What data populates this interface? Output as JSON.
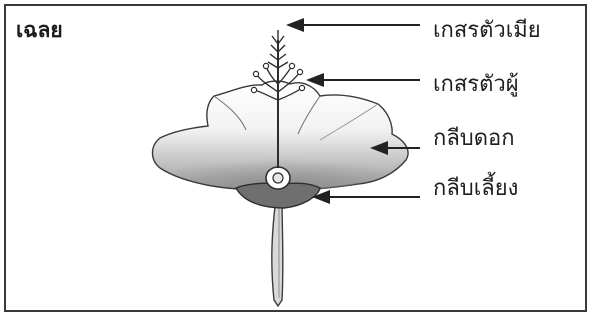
{
  "heading": "เฉลย",
  "labels": {
    "pistil": "เกสรตัวเมีย",
    "stamen": "เกสรตัวผู้",
    "petal": "กลีบดอก",
    "sepal": "กลีบเลี้ยง"
  }
}
